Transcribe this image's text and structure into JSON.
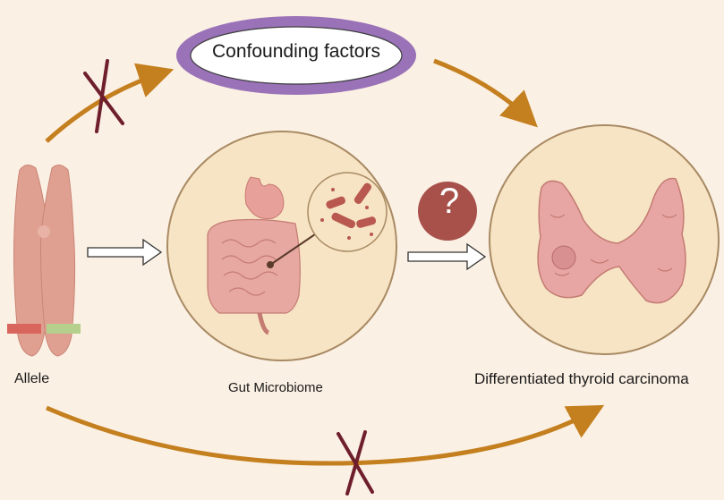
{
  "diagram": {
    "confounding_label": "Confounding factors",
    "allele_label": "Allele",
    "gut_label": "Gut Microbiome",
    "outcome_label": "Differentiated thyroid carcinoma",
    "question_mark": "?"
  },
  "colors": {
    "background": "#fbf0e4",
    "arrow_brown": "#c47f1e",
    "cross_maroon": "#6e1f2b",
    "ellipse_border": "#9a72b8",
    "circle_fill": "#f7e4c4",
    "circle_border": "#a88a63",
    "chromosome": "#e0a091",
    "allele_red": "#d9665c",
    "allele_green": "#b5cf8c",
    "question_fill": "#a7514a",
    "thyroid": "#e7a6a4"
  },
  "icons": [
    "chromosome-icon",
    "digestive-tract-icon",
    "bacteria-magnifier-icon",
    "thyroid-gland-icon"
  ]
}
